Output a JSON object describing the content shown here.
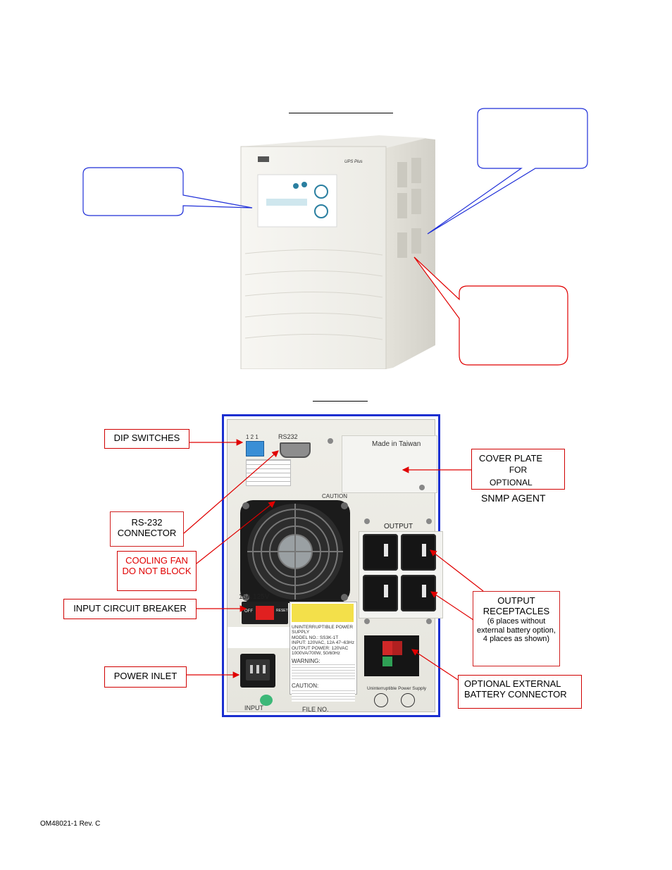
{
  "front_view": {
    "brand_text": "UPS Plus",
    "left_callout_text": "",
    "top_right_callout_text": "",
    "bottom_right_callout_text": ""
  },
  "rear_view": {
    "panel": {
      "made_in": "Made in Taiwan",
      "rs232_label": "RS232",
      "dip_numbers": "1 2 1",
      "output_label": "OUTPUT",
      "breaker_rating": "15A 125V",
      "breaker_off": "OFF",
      "breaker_reset": "RESET",
      "input_label": "INPUT",
      "caution_title": "CAUTION",
      "model_heading": "UNINTERRUPTIBLE POWER SUPPLY",
      "model_line": "MODEL NO.: SS3K-1T",
      "input_line": "INPUT: 120VAC, 12A 47~63Hz",
      "output_line": "OUTPUT POWER: 120VAC",
      "rating_line": "1000VA/700W, 50/60Hz",
      "warning_title": "WARNING:",
      "caution2_title": "CAUTION:",
      "file_no": "FILE NO.",
      "ul_text": "Uninterruptible Power Supply"
    },
    "callouts": {
      "dip_switches": "DIP SWITCHES",
      "rs232_line1": "RS-232",
      "rs232_line2": "CONNECTOR",
      "cooling_fan_line1": "COOLING FAN",
      "cooling_fan_line2": "DO NOT BLOCK",
      "input_breaker": "INPUT CIRCUIT BREAKER",
      "power_inlet": "POWER INLET",
      "cover_plate_line1": "COVER PLATE",
      "cover_plate_line2": "FOR",
      "cover_plate_line3": "OPTIONAL",
      "snmp_agent": "SNMP AGENT",
      "output_line1": "OUTPUT",
      "output_line2": "RECEPTACLES",
      "output_detail": "(6 places without external battery option, 4 places as shown)",
      "battery_line1": "OPTIONAL EXTERNAL",
      "battery_line2": "BATTERY CONNECTOR"
    }
  },
  "footer": {
    "doc_id": "OM48021-1 Rev. C"
  },
  "colors": {
    "frame_blue": "#1b2fd0",
    "callout_red": "#e00000",
    "front_callout_blue": "#1f2fd8"
  }
}
